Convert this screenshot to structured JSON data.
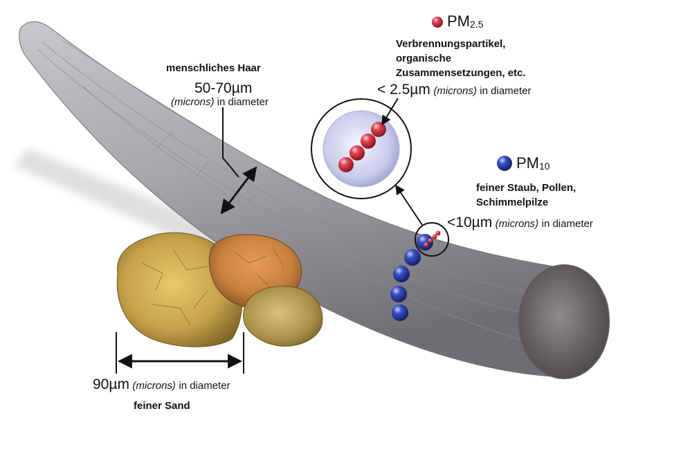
{
  "colors": {
    "hair": "#a9a7ab",
    "pm25": "#d8323f",
    "pm10": "#2f3fa8",
    "sand_gold": "#c7a24a",
    "sand_orange": "#d68a45"
  },
  "hair": {
    "name": "menschliches Haar",
    "size_value": "50-70",
    "size_unit": "µm",
    "unit_note": "(microns)",
    "in_diameter": "in diameter"
  },
  "pm25": {
    "label_main": "PM",
    "label_sub": "2.5",
    "desc_line1": "Verbrennungspartikel,",
    "desc_line2": "organische",
    "desc_line3": "Zusammensetzungen, etc.",
    "size_prefix": "< 2.5",
    "size_unit": "µm",
    "unit_note": "(microns)",
    "in_diameter": "in diameter"
  },
  "pm10": {
    "label_main": "PM",
    "label_sub": "10",
    "desc_line1": "feiner Staub, Pollen,",
    "desc_line2": "Schimmelpilze",
    "size_prefix": "<10",
    "size_unit": "µm",
    "unit_note": "(microns)",
    "in_diameter": "in diameter"
  },
  "sand": {
    "size_value": "90",
    "size_unit": "µm",
    "unit_note": "(microns)",
    "in_diameter": "in diameter",
    "name": "feiner Sand"
  }
}
